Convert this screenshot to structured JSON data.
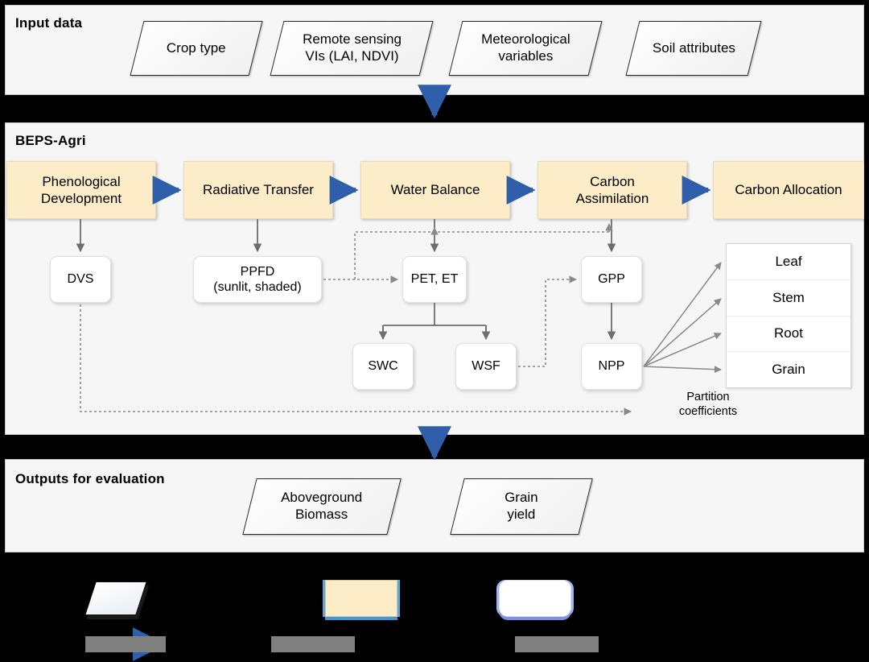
{
  "colors": {
    "process_fill": "#fcedc8",
    "state_fill": "#ffffff",
    "panel_bg": "#f6f6f6",
    "blue_arrow": "#2f5faa",
    "grey_arrow": "#6e6e6e",
    "legend_bg": "#000000",
    "redaction": "#808080"
  },
  "sections": {
    "input": {
      "title": "Input data",
      "items": [
        {
          "label": "Crop type"
        },
        {
          "label": "Remote sensing\nVIs (LAI, NDVI)",
          "line1": "Remote sensing",
          "line2": "VIs (LAI, NDVI)"
        },
        {
          "label": "Meteorological\nvariables",
          "line1": "Meteorological",
          "line2": "variables"
        },
        {
          "label": "Soil attributes"
        }
      ]
    },
    "model": {
      "title": "BEPS-Agri",
      "processes": [
        {
          "label": "Phenological\nDevelopment",
          "line1": "Phenological",
          "line2": "Development"
        },
        {
          "label": "Radiative Transfer"
        },
        {
          "label": "Water Balance"
        },
        {
          "label": "Carbon\nAssimilation",
          "line1": "Carbon",
          "line2": "Assimilation"
        },
        {
          "label": "Carbon Allocation"
        }
      ],
      "states": [
        {
          "label": "DVS"
        },
        {
          "label": "PPFD\n(sunlit, shaded)",
          "line1": "PPFD",
          "line2": "(sunlit, shaded)"
        },
        {
          "label": "PET, ET"
        },
        {
          "label": "GPP"
        },
        {
          "label": "SWC"
        },
        {
          "label": "WSF"
        },
        {
          "label": "NPP"
        }
      ],
      "partition_table": {
        "rows": [
          "Leaf",
          "Stem",
          "Root",
          "Grain"
        ]
      },
      "partition_caption": {
        "line1": "Partition",
        "line2": "coefficients"
      }
    },
    "output": {
      "title": "Outputs for evaluation",
      "items": [
        {
          "label": "Aboveground\nBiomass",
          "line1": "Aboveground",
          "line2": "Biomass"
        },
        {
          "label": "Grain\nyield",
          "line1": "Grain",
          "line2": "yield"
        }
      ]
    },
    "legend": {
      "entries": [
        {
          "shape": "parallelogram",
          "label": "",
          "label_redacted": true
        },
        {
          "shape": "process-box",
          "label": "",
          "label_redacted": true
        },
        {
          "shape": "state-box",
          "label": "",
          "label_redacted": true
        }
      ]
    }
  }
}
